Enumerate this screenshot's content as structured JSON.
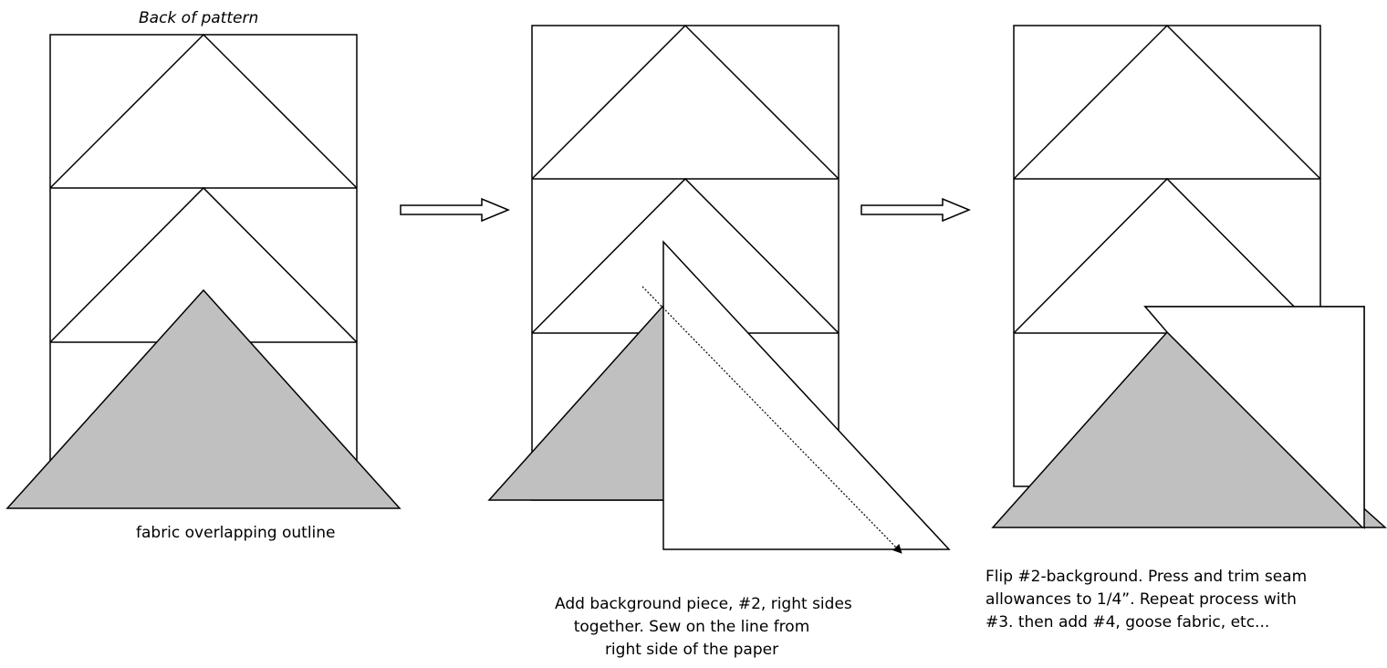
{
  "captions": {
    "back_of_pattern": "Back of pattern",
    "step1": "fabric overlapping outline",
    "step2_lines": [
      "Add background piece, #2, right sides",
      "together. Sew on the line from",
      "right side of the paper"
    ],
    "step3_lines": [
      "Flip #2-background. Press and trim seam",
      "allowances to 1/4”. Repeat process with",
      "#3. then add #4, goose fabric, etc..."
    ]
  },
  "colors": {
    "fabric_goose": "#c0c0c0",
    "background_piece": "#ffffff",
    "outline": "#000000"
  }
}
